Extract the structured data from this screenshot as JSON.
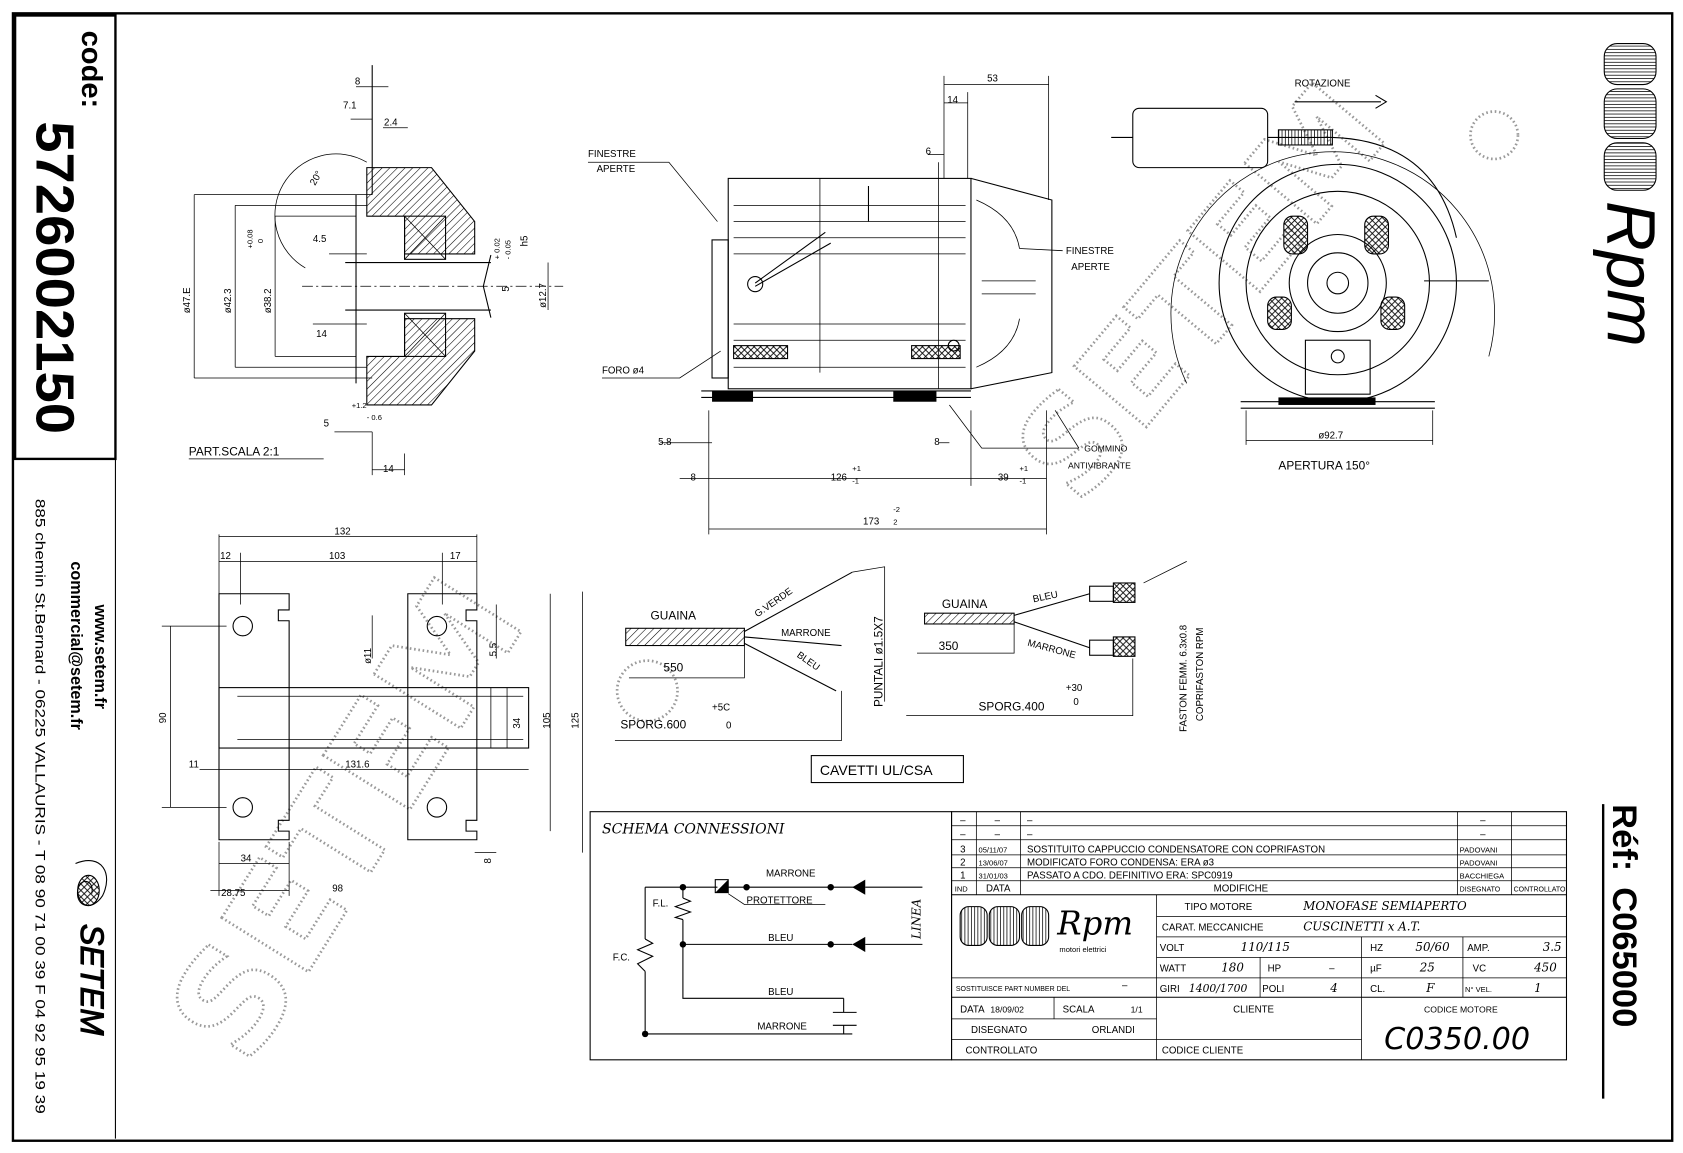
{
  "left_panel": {
    "code_label": "code:",
    "code_value": "5726002150",
    "website": "www.setem.fr",
    "email": "commercial@setem.fr",
    "address": "885 chemin St.Bernard - 06225 VALLAURIS - T 08 90 71 00 39  F 04 92 95 19 39",
    "brand_logo_text": "SETEM"
  },
  "right_panel": {
    "logo_text": "Rpm",
    "ref_label": "Réf:",
    "ref_value": "C065000"
  },
  "watermark": "SETEM",
  "section_detail": {
    "dims": [
      "8",
      "7.1",
      "2.4",
      "20°",
      "4.5",
      "+0.08",
      "0",
      "ø47.E",
      "ø42.3",
      "ø38.2",
      "14",
      "5",
      "+1.2",
      "- 0.6",
      "14",
      "+ 0.02",
      "- 0.05",
      "h5",
      "5",
      "ø12.7"
    ],
    "caption": "PART.SCALA 2:1"
  },
  "side_view": {
    "dims": [
      "53",
      "14",
      "6",
      "5.8",
      "8",
      "8",
      "126",
      "+1",
      "-1",
      "39",
      "+1",
      "-1",
      "173",
      "-2",
      "2"
    ],
    "finestre_left": [
      "FINESTRE",
      "APERTE"
    ],
    "finestre_right": [
      "FINESTRE",
      "APERTE"
    ],
    "foro": "FORO ø4",
    "gommino": [
      "GOMMINO",
      "ANTIVIBRANTE"
    ]
  },
  "front_view": {
    "rotation": "ROTAZIONE",
    "diameter": "ø92.7",
    "opening": "APERTURA 150°"
  },
  "bracket": {
    "dims": [
      "132",
      "12",
      "103",
      "17",
      "5.5",
      "ø11",
      "90",
      "34",
      "105",
      "125",
      "11",
      "131.6",
      "34",
      "28.75",
      "98",
      "8"
    ]
  },
  "cables": {
    "left": {
      "guaina": "GUAINA",
      "verde": "G.VERDE",
      "marrone": "MARRONE",
      "bleu": "BLEU",
      "len": "550",
      "tol": "+5C",
      "sporg": "SPORG.600",
      "sporg_tol": "0",
      "puntali": "PUNTALI ø1.5X7"
    },
    "right": {
      "guaina": "GUAINA",
      "bleu": "BLEU",
      "marrone": "MARRONE",
      "len": "350",
      "tol": "+30",
      "sporg": "SPORG.400",
      "sporg_tol": "0",
      "faston": "FASTON FEMM. 6.3x0.8",
      "coprifaston": "COPRIFASTON RPM"
    },
    "caption": "CAVETTI UL/CSA"
  },
  "schema": {
    "title": "SCHEMA CONNESSIONI",
    "marrone_top": "MARRONE",
    "protettore": "PROTETTORE",
    "fl": "F.L.",
    "fc": "F.C.",
    "bleu_mid": "BLEU",
    "bleu_low": "BLEU",
    "marrone_low": "MARRONE",
    "linea": "LINEA"
  },
  "revisions": {
    "headers": {
      "ind": "IND",
      "date": "DATA",
      "changes": "MODIFICHE",
      "drawn": "DISEGNATO",
      "checked": "CONTROLLATO"
    },
    "rows": [
      {
        "ind": "–",
        "date": "–",
        "text": "–",
        "drawn": "–"
      },
      {
        "ind": "–",
        "date": "–",
        "text": "–",
        "drawn": "–"
      },
      {
        "ind": "3",
        "date": "05/11/07",
        "text": "SOSTITUITO CAPPUCCIO CONDENSATORE CON COPRIFASTON",
        "drawn": "PADOVANI"
      },
      {
        "ind": "2",
        "date": "13/06/07",
        "text": "MODIFICATO FORO CONDENSA: ERA ø3",
        "drawn": "PADOVANI"
      },
      {
        "ind": "1",
        "date": "31/01/03",
        "text": "PASSATO A CDO. DEFINITIVO ERA: SPC0919",
        "drawn": "BACCHIEGA"
      }
    ]
  },
  "title_block": {
    "logo_text": "Rpm",
    "logo_sub": "motori elettrici",
    "tipo_label": "TIPO MOTORE",
    "tipo_value": "MONOFASE SEMIAPERTO",
    "carat_label": "CARAT. MECCANICHE",
    "carat_value": "CUSCINETTI x A.T.",
    "volt_label": "VOLT",
    "volt_value": "110/115",
    "hz_label": "HZ",
    "hz_value": "50/60",
    "amp_label": "AMP.",
    "amp_value": "3.5",
    "watt_label": "WATT",
    "watt_value": "180",
    "hp_label": "HP",
    "hp_value": "–",
    "uf_label": "µF",
    "uf_value": "25",
    "vc_label": "VC",
    "vc_value": "450",
    "giri_label": "GIRI",
    "giri_value": "1400/1700",
    "poli_label": "POLI",
    "poli_value": "4",
    "cl_label": "CL.",
    "cl_value": "F",
    "vel_label": "N° VEL.",
    "vel_value": "1",
    "sostituisce_label": "SOSTITUISCE PART NUMBER DEL",
    "sostituisce_value": "–",
    "data_label": "DATA",
    "data_value": "18/09/02",
    "scala_label": "SCALA",
    "scala_value": "1/1",
    "disegnato_label": "DISEGNATO",
    "disegnato_value": "ORLANDI",
    "controllato_label": "CONTROLLATO",
    "cliente_label": "CLIENTE",
    "codice_cliente_label": "CODICE CLIENTE",
    "codice_motore_label": "CODICE MOTORE",
    "codice_motore_value": "C0350.00"
  }
}
